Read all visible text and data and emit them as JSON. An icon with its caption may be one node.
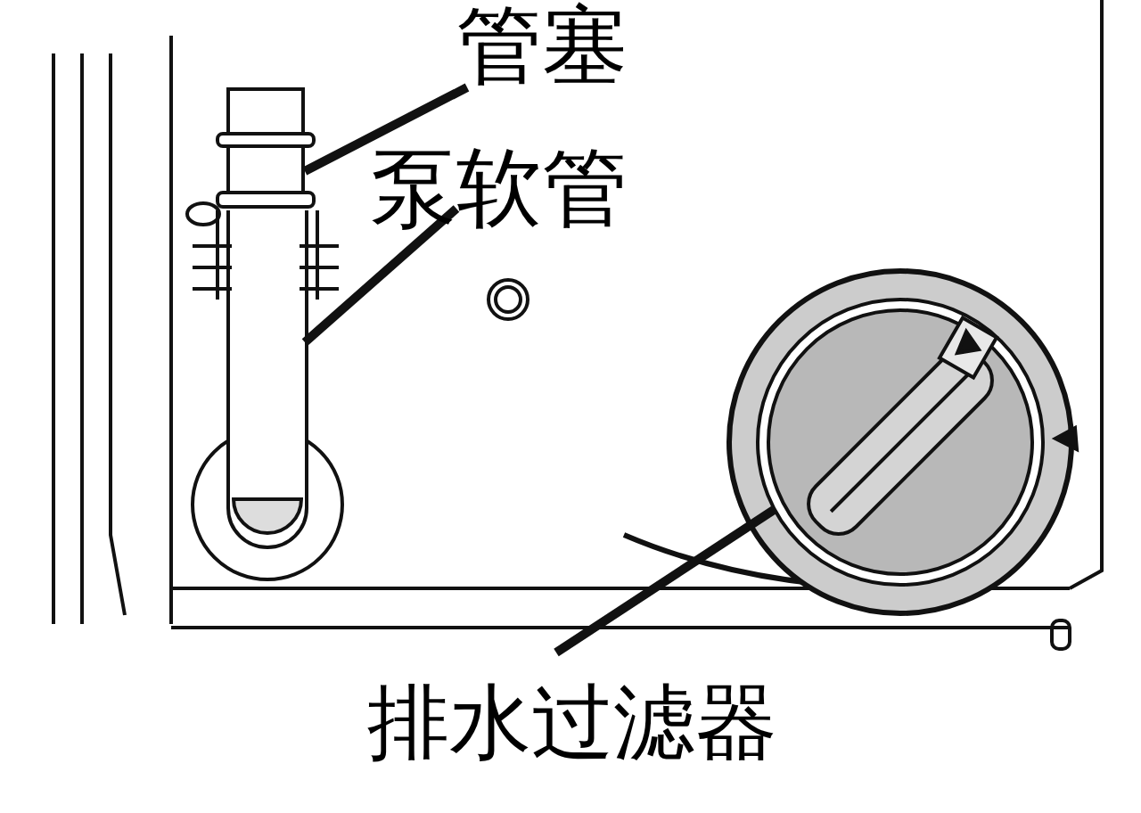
{
  "diagram": {
    "nodes": [
      {
        "text": [
          "管塞"
        ]
      },
      {
        "text": [
          "泵软管"
        ]
      },
      {
        "text": [
          "排水过滤器"
        ]
      },
      {
        "text": [],
        "shape": "picture"
      },
      {
        "text": [],
        "shape": "picture"
      },
      {
        "text": [],
        "shape": "picture"
      }
    ],
    "edges": [
      {
        "from": 0,
        "to": 3,
        "arrow": "none"
      },
      {
        "from": 1,
        "to": 4,
        "arrow": "none"
      },
      {
        "from": 2,
        "to": 5,
        "arrow": "none"
      }
    ]
  }
}
